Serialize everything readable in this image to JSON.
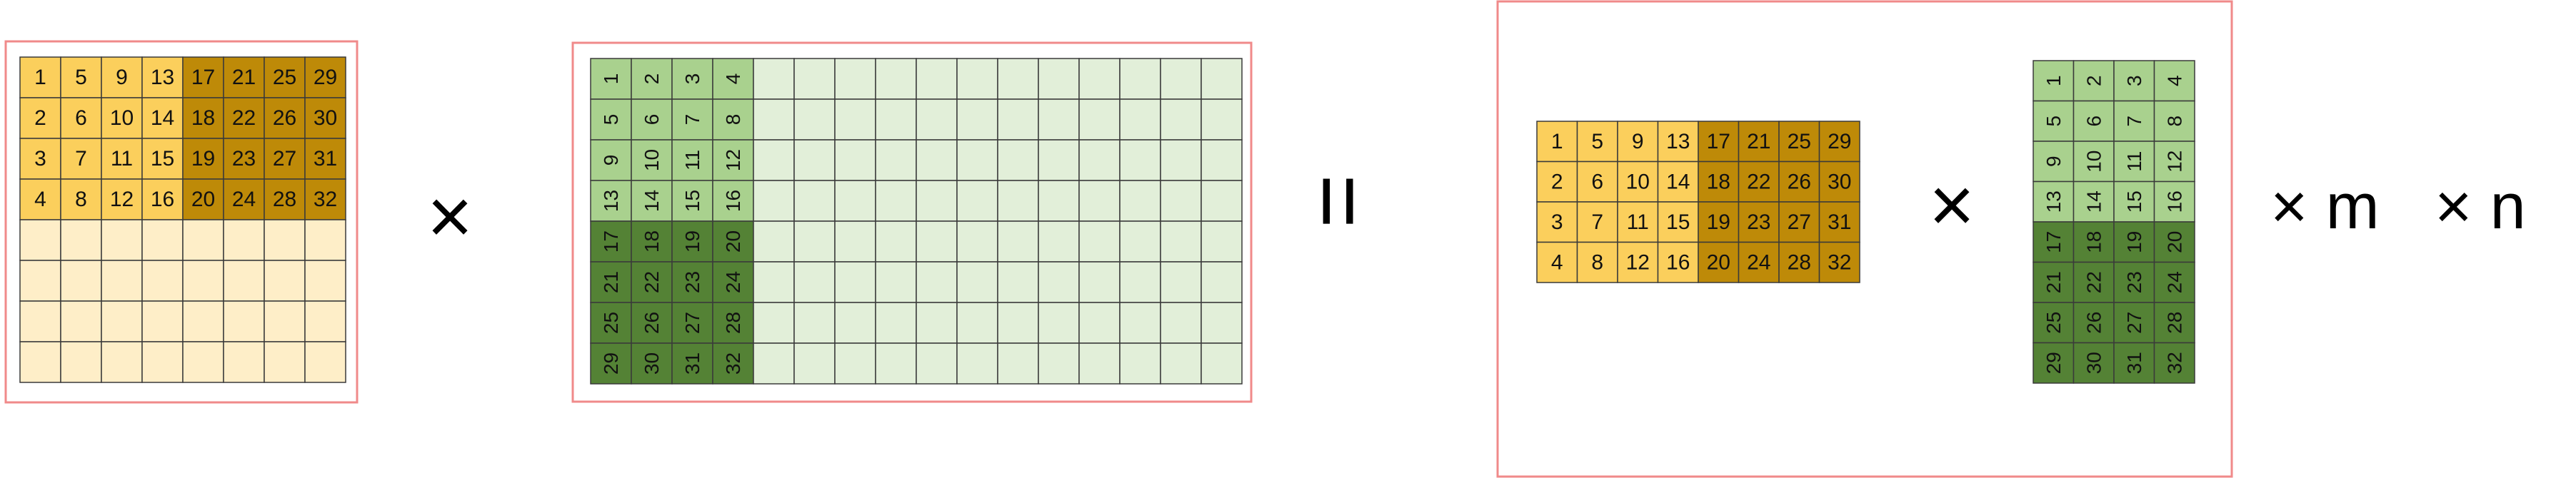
{
  "colors": {
    "yellow_light": "#fbcf5c",
    "yellow_dark": "#be8a08",
    "yellow_pale": "#feeec8",
    "green_light": "#a9d18e",
    "green_dark": "#548235",
    "green_pale": "#e2efd9",
    "frame": "#f08a8a"
  },
  "matrix_a_numbers": [
    [
      1,
      5,
      9,
      13,
      17,
      21,
      25,
      29
    ],
    [
      2,
      6,
      10,
      14,
      18,
      22,
      26,
      30
    ],
    [
      3,
      7,
      11,
      15,
      19,
      23,
      27,
      31
    ],
    [
      4,
      8,
      12,
      16,
      20,
      24,
      28,
      32
    ]
  ],
  "matrix_b_numbers": [
    [
      1,
      2,
      3,
      4
    ],
    [
      5,
      6,
      7,
      8
    ],
    [
      9,
      10,
      11,
      12
    ],
    [
      13,
      14,
      15,
      16
    ],
    [
      17,
      18,
      19,
      20
    ],
    [
      21,
      22,
      23,
      24
    ],
    [
      25,
      26,
      27,
      28
    ],
    [
      29,
      30,
      31,
      32
    ]
  ],
  "operators": {
    "times": "×",
    "equals": "=",
    "times_m": "× m",
    "times_n": "× n"
  }
}
